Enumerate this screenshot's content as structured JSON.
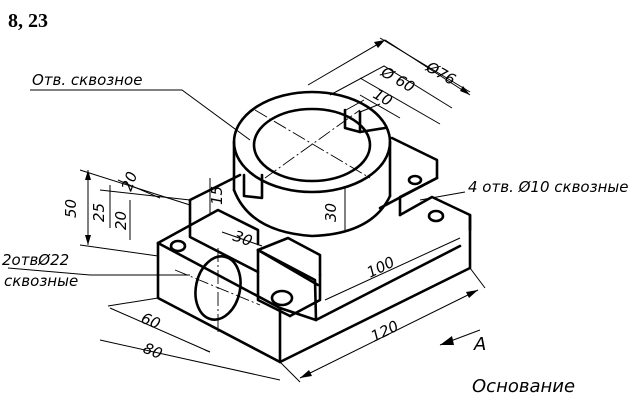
{
  "problem_number": "8, 23",
  "labels": {
    "through_hole": "Отв. сквозное",
    "four_holes": "4 отв. Ø10 сквозные",
    "two_holes_line1": "2отвØ22",
    "two_holes_line2": "сквозные",
    "base": "Основание",
    "view_arrow": "A"
  },
  "dimensions": {
    "d76": "Ø76",
    "d60": "Ø 60",
    "w10": "10",
    "h20_top": "20",
    "h50": "50",
    "h25": "25",
    "h20": "20",
    "h15": "15",
    "h30_boss": "30",
    "w30": "30",
    "len100": "100",
    "len120": "120",
    "w60": "60",
    "w80": "80"
  }
}
